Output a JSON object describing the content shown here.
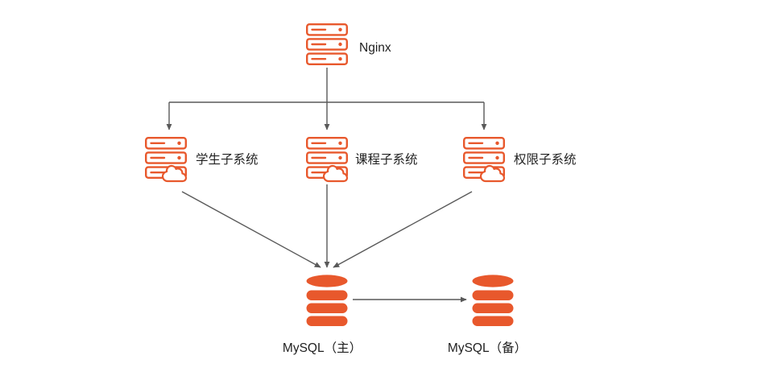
{
  "diagram": {
    "nodes": {
      "nginx": {
        "label": "Nginx"
      },
      "subsystems": [
        {
          "id": "student",
          "label": "学生子系统"
        },
        {
          "id": "course",
          "label": "课程子系统"
        },
        {
          "id": "permission",
          "label": "权限子系统"
        }
      ],
      "mysql_master": {
        "label": "MySQL（主）"
      },
      "mysql_backup": {
        "label": "MySQL（备）"
      }
    },
    "edges": [
      "nginx -> student",
      "nginx -> course",
      "nginx -> permission",
      "student -> mysql_master",
      "course -> mysql_master",
      "permission -> mysql_master",
      "mysql_master -> mysql_backup"
    ],
    "colors": {
      "accent": "#E8582C",
      "arrow": "#595959",
      "text": "#1F1F1F",
      "background": "#FFFFFF"
    }
  }
}
